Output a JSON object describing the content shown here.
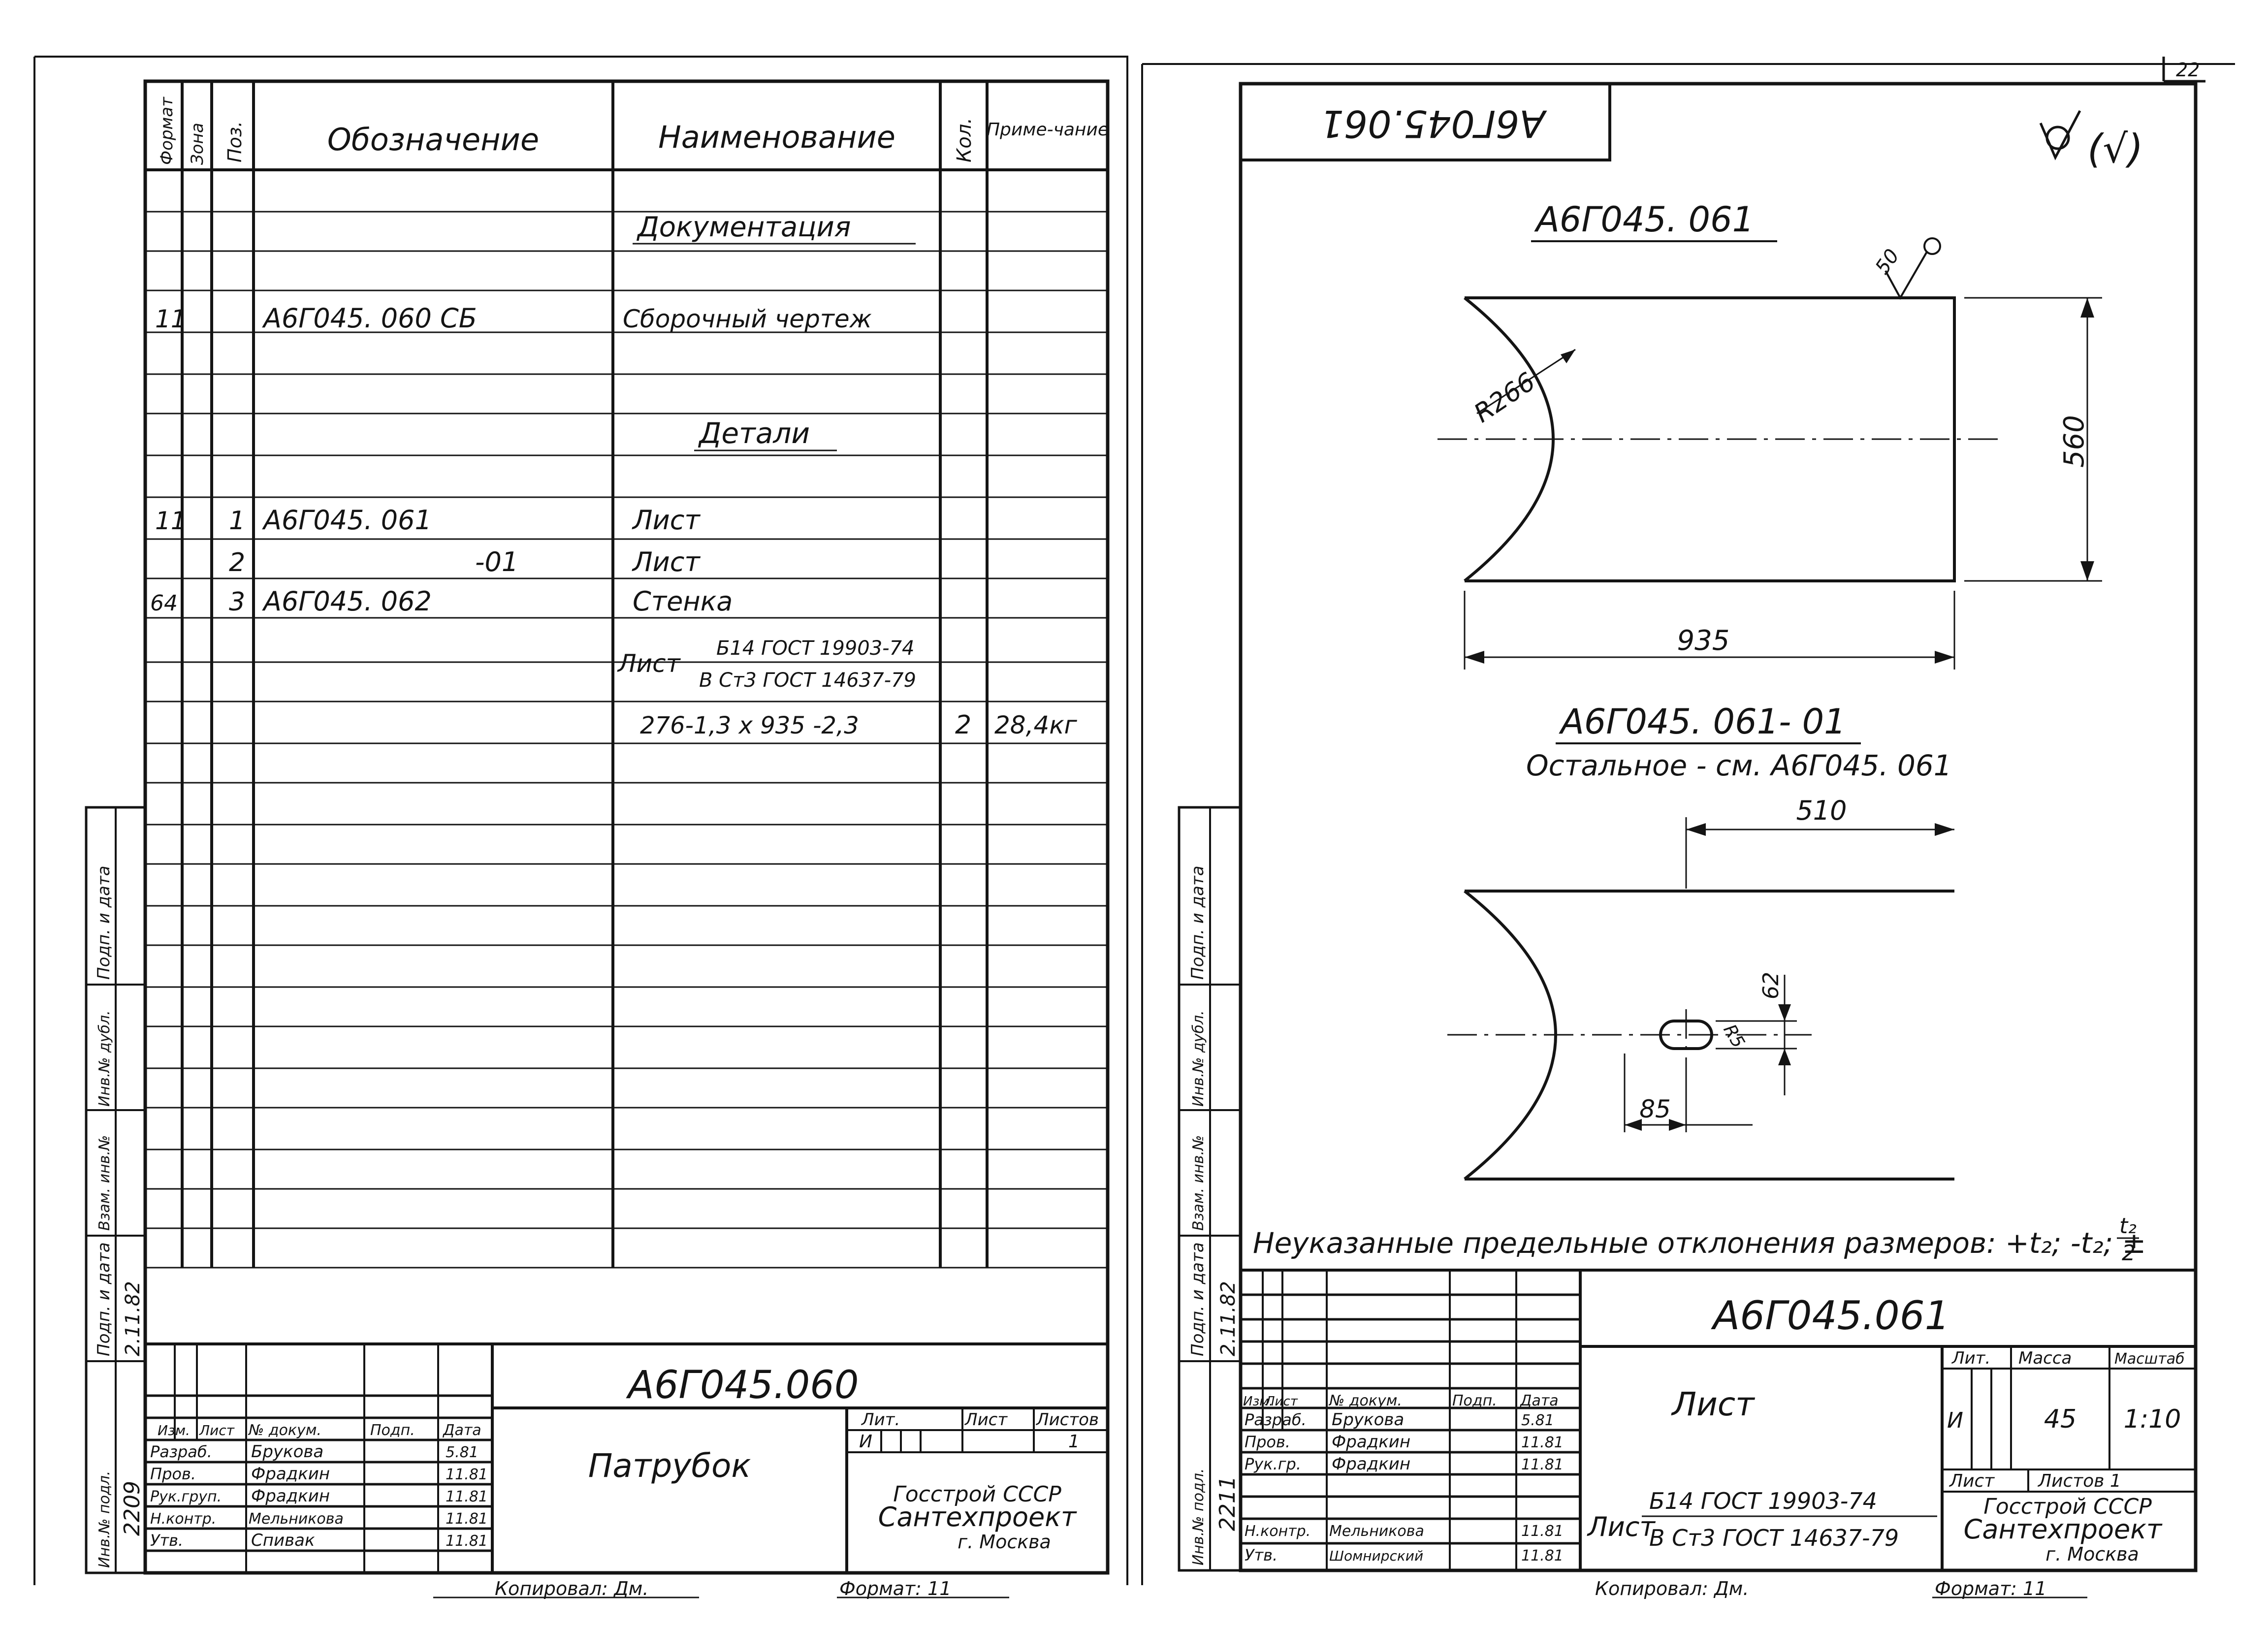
{
  "page_corner": "22",
  "left_sheet": {
    "headers": {
      "format": "Формат",
      "zone": "Зона",
      "pos": "Поз.",
      "designation": "Обозначение",
      "name": "Наименование",
      "qty": "Кол.",
      "note": "Приме-чание"
    },
    "rows": [
      {
        "name": "Документация"
      },
      {
        "format": "11",
        "designation": "А6Г045. 060 СБ",
        "name": "Сборочный чертеж"
      },
      {
        "name": "Детали"
      },
      {
        "format": "11",
        "pos": "1",
        "designation": "А6Г045. 061",
        "name": "Лист"
      },
      {
        "pos": "2",
        "designation": "-01",
        "name": "Лист"
      },
      {
        "format": "64",
        "pos": "3",
        "designation": "А6Г045. 062",
        "name": "Стенка"
      },
      {
        "name": "Лист",
        "spec_top": "Б14 ГОСТ 19903-74",
        "spec_bottom": "В Ст3 ГОСТ 14637-79"
      },
      {
        "name": "276-1,3 х 935 -2,3",
        "qty": "2",
        "note": "28,4кг"
      }
    ],
    "side_labels": [
      "Подп. и дата",
      "Инв.№ дубл.",
      "Взам. инв.№",
      "Подп. и дата",
      "Инв.№ подл."
    ],
    "side_values": [
      "2.11.82",
      "2209"
    ],
    "title_block": {
      "designation": "А6Г045.060",
      "name": "Патрубок",
      "head": [
        "Изм.",
        "Лист",
        "№ докум.",
        "Подп.",
        "Дата"
      ],
      "roles": [
        "Разраб.",
        "Пров.",
        "Рук.груп.",
        "Н.контр.",
        "Утв."
      ],
      "people": [
        "Брукова",
        "Фрадкин",
        "Фрадкин",
        "Мельникова",
        "Спивак"
      ],
      "dates": [
        "5.81",
        "11.81",
        "11.81",
        "11.81",
        "11.81"
      ],
      "lit_label": "Лит.",
      "sheet_label": "Лист",
      "sheets_label": "Листов",
      "lit_value": "И",
      "sheets_value": "1",
      "org_1": "Госстрой СССР",
      "org_2": "Сантехпроект",
      "org_3": "г. Москва"
    },
    "footer_copied": "Копировал: Дм.",
    "footer_format": "Формат: 11"
  },
  "right_sheet": {
    "stamp": "А6Г045.061",
    "roughness": "(√)",
    "view1": {
      "title": "А6Г045. 061",
      "radius": "R266",
      "height": "560",
      "width": "935",
      "surface": "50"
    },
    "view2": {
      "title": "А6Г045. 061- 01",
      "note": "Остальное - см. А6Г045. 061",
      "offset": "510",
      "slot_height": "62",
      "slot_radius": "R5",
      "slot_pos": "85"
    },
    "tolerance_note": "Неуказанные предельные отклонения размеров: +t₂; -t₂; ±",
    "tolerance_frac_num": "t₂",
    "tolerance_frac_den": "2",
    "side_labels": [
      "Подп. и дата",
      "Инв.№ дубл.",
      "Взам. инв.№",
      "Подп. и дата",
      "Инв.№ подл."
    ],
    "side_values": [
      "2.11.82",
      "2211"
    ],
    "title_block": {
      "designation": "А6Г045.061",
      "name": "Лист",
      "material_top": "Б14 ГОСТ 19903-74",
      "material_bottom": "В Ст3 ГОСТ 14637-79",
      "material_label": "Лист",
      "head": [
        "Изм.",
        "Лист",
        "№ докум.",
        "Подп.",
        "Дата"
      ],
      "roles": [
        "Разраб.",
        "Пров.",
        "Рук.гр.",
        "Н.контр.",
        "Утв."
      ],
      "people": [
        "Брукова",
        "Фрадкин",
        "Фрадкин",
        "Мельникова",
        "Шомнирский"
      ],
      "dates": [
        "5.81",
        "11.81",
        "11.81",
        "11.81",
        "11.81"
      ],
      "lit_label": "Лит.",
      "mass_label": "Масса",
      "scale_label": "Масштаб",
      "lit_value": "И",
      "mass_value": "45",
      "scale_value": "1:10",
      "sheet_label": "Лист",
      "sheets_label": "Листов 1",
      "org_1": "Госстрой СССР",
      "org_2": "Сантехпроект",
      "org_3": "г. Москва"
    },
    "footer_copied": "Копировал: Дм.",
    "footer_format": "Формат: 11"
  }
}
